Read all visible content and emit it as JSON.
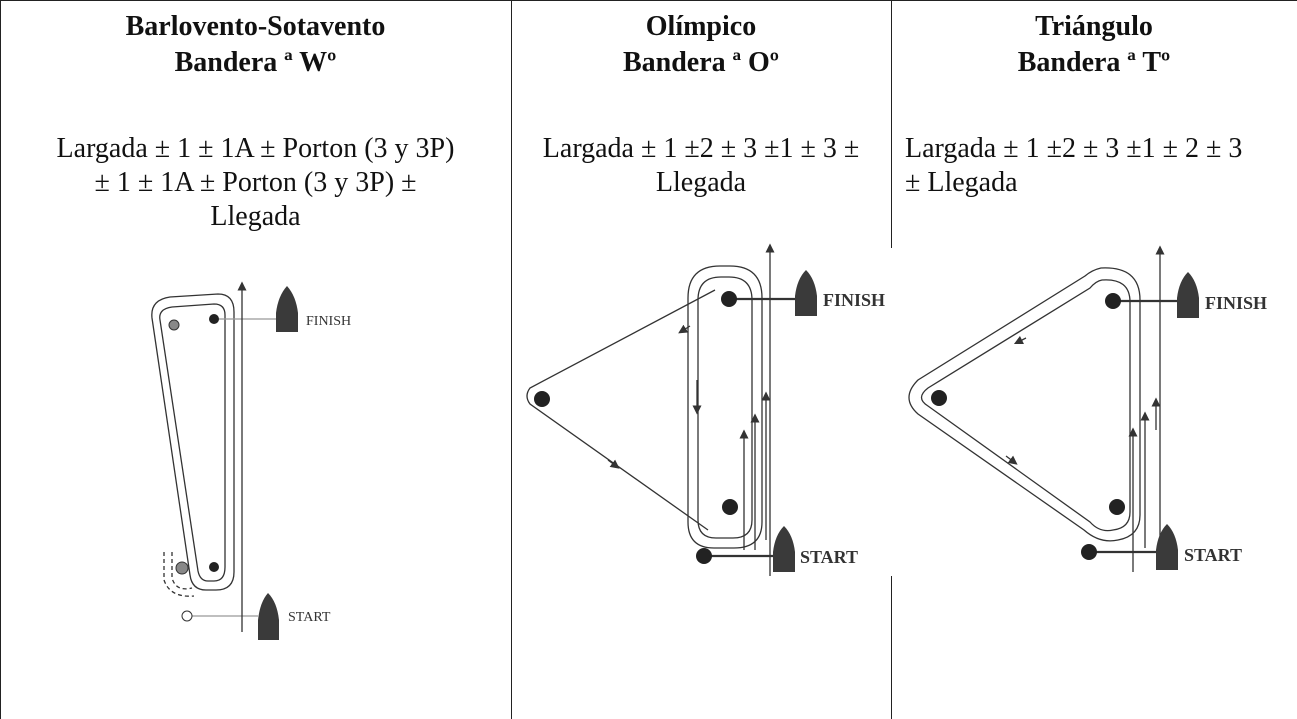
{
  "columns": [
    {
      "title": "Barlovento-Sotavento",
      "flag": "Bandera ª Wº",
      "sequence_lines": [
        "Largada ± 1 ± 1A ± Porton (3 y 3P)",
        "± 1 ± 1A ± Porton (3 y 3P) ±",
        "Llegada"
      ],
      "diagram": {
        "finish_label": "FINISH",
        "start_label": "START"
      }
    },
    {
      "title": "Olímpico",
      "flag": "Bandera ª Oº",
      "sequence_lines": [
        "Largada ± 1 ±2 ± 3 ±1 ± 3 ±",
        "Llegada"
      ],
      "diagram": {
        "finish_label": "FINISH",
        "start_label": "START"
      }
    },
    {
      "title": "Triángulo",
      "flag": "Bandera ª Tº",
      "sequence_lines": [
        "Largada ± 1 ±2 ± 3 ±1 ± 2 ± 3",
        "± Llegada"
      ],
      "diagram": {
        "finish_label": "FINISH",
        "start_label": "START"
      }
    }
  ]
}
